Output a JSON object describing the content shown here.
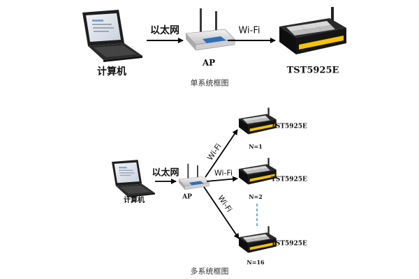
{
  "single": {
    "computer_label": "计算机",
    "ethernet_label": "以太网",
    "ap_label": "AP",
    "wifi_label": "Wi-Fi",
    "device_label": "TST5925E",
    "caption": "单系统框图"
  },
  "multi": {
    "computer_label": "计算机",
    "ethernet_label": "以太网",
    "ap_label": "AP",
    "wifi_labels": [
      "Wi-Fi",
      "Wi-Fi",
      "Wi-Fi"
    ],
    "devices": [
      {
        "label": "TST5925E",
        "n": "N=1"
      },
      {
        "label": "TST5925E",
        "n": "N=2"
      },
      {
        "label": "TST5925E",
        "n": "N=16"
      }
    ],
    "caption": "多系统框图"
  },
  "colors": {
    "device_body": "#1b1b1b",
    "device_yellow": "#f5c400",
    "ap_blue": "#2f6fb7",
    "dashed_link": "#3aa0e0"
  }
}
